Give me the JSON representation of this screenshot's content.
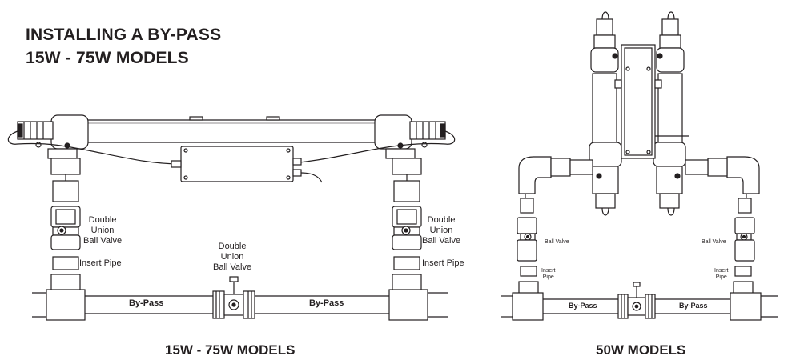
{
  "header": {
    "title_line1": "INSTALLING A BY-PASS",
    "title_line2": "15W - 75W MODELS"
  },
  "left_diagram": {
    "caption": "15W - 75W MODELS",
    "left_valve_label": [
      "Double",
      "Union",
      "Ball Valve"
    ],
    "right_valve_label": [
      "Double",
      "Union",
      "Ball Valve"
    ],
    "center_valve_label": [
      "Double",
      "Union",
      "Ball Valve"
    ],
    "left_insert_label": "Insert Pipe",
    "right_insert_label": "Insert Pipe",
    "bypass_left": "By-Pass",
    "bypass_right": "By-Pass"
  },
  "right_diagram": {
    "caption": "50W MODELS",
    "left_valve_label": "Ball Valve",
    "right_valve_label": "Ball Valve",
    "left_insert_label": [
      "Insert",
      "Pipe"
    ],
    "right_insert_label": [
      "Insert",
      "Pipe"
    ],
    "bypass_left": "By-Pass",
    "bypass_right": "By-Pass"
  }
}
